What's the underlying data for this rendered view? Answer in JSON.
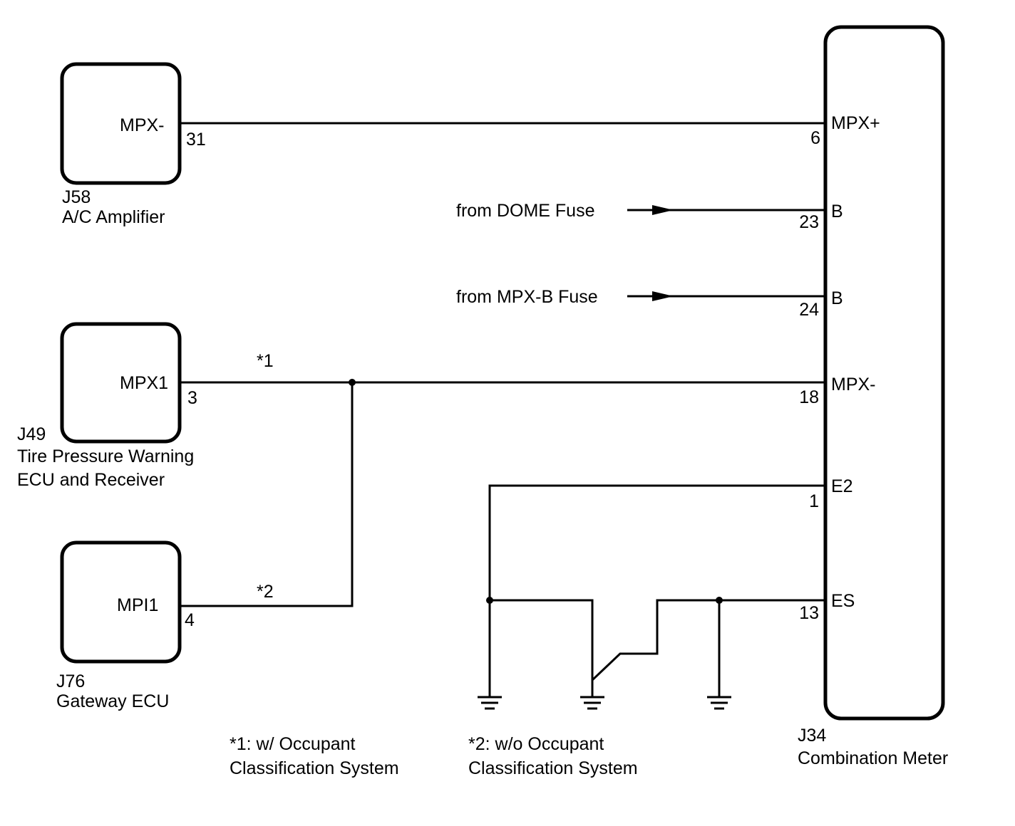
{
  "components": {
    "j58": {
      "code": "J58",
      "name": "A/C Amplifier",
      "pin_name": "MPX-",
      "pin_no": "31"
    },
    "j49": {
      "code": "J49",
      "name_line1": "Tire Pressure Warning",
      "name_line2": "ECU and Receiver",
      "pin_name": "MPX1",
      "pin_no": "3"
    },
    "j76": {
      "code": "J76",
      "name": "Gateway ECU",
      "pin_name": "MPI1",
      "pin_no": "4"
    },
    "j34": {
      "code": "J34",
      "name": "Combination Meter",
      "pins": [
        {
          "name": "MPX+",
          "no": "6"
        },
        {
          "name": "B",
          "no": "23"
        },
        {
          "name": "B",
          "no": "24"
        },
        {
          "name": "MPX-",
          "no": "18"
        },
        {
          "name": "E2",
          "no": "1"
        },
        {
          "name": "ES",
          "no": "13"
        }
      ]
    }
  },
  "sources": {
    "dome": "from DOME Fuse",
    "mpxb": "from MPX-B Fuse"
  },
  "wire_marks": {
    "star1": "*1",
    "star2": "*2"
  },
  "notes": {
    "note1_line1": "*1: w/ Occupant",
    "note1_line2": "Classification System",
    "note2_line1": "*2: w/o Occupant",
    "note2_line2": "Classification System"
  }
}
